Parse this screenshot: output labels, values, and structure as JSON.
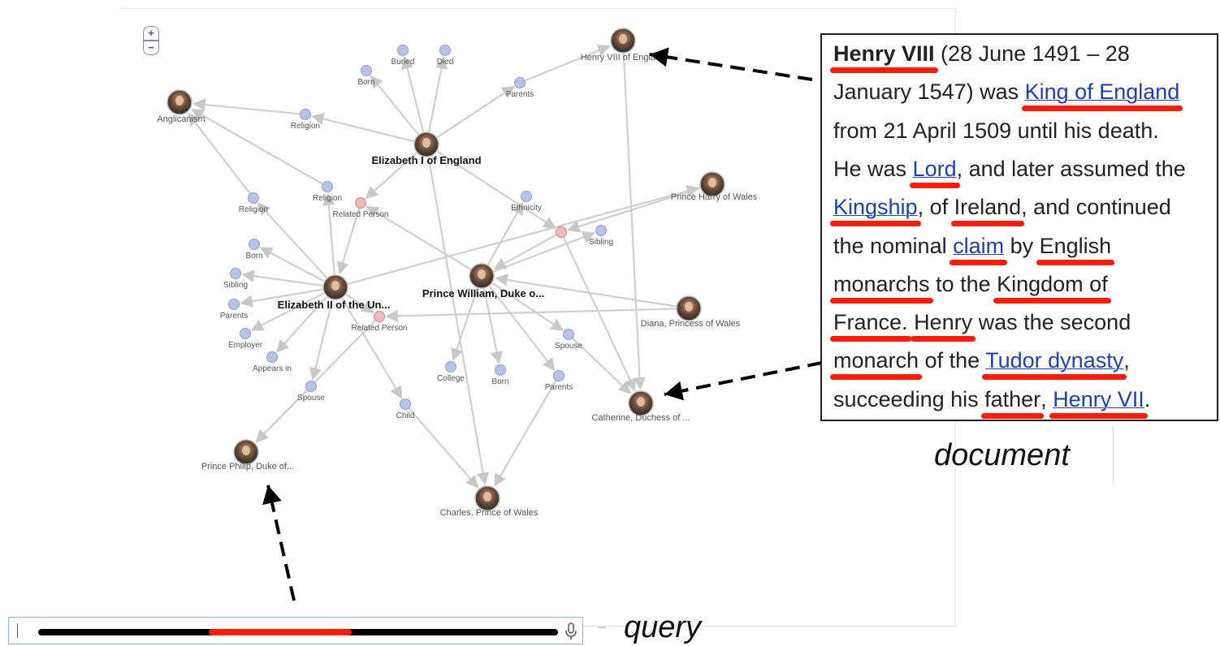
{
  "graph": {
    "zoom_in": "+",
    "zoom_out": "−",
    "entities": [
      {
        "id": "henry",
        "label": "Henry VIII of England",
        "bold": false
      },
      {
        "id": "angli",
        "label": "Anglicanism",
        "bold": false
      },
      {
        "id": "eliz1",
        "label": "Elizabeth I of England",
        "bold": true
      },
      {
        "id": "harry",
        "label": "Prince Harry of Wales",
        "bold": false
      },
      {
        "id": "eliz2",
        "label": "Elizabeth II of the Un...",
        "bold": true
      },
      {
        "id": "william",
        "label": "Prince William, Duke o...",
        "bold": true
      },
      {
        "id": "diana",
        "label": "Diana, Princess of Wales",
        "bold": false
      },
      {
        "id": "cath",
        "label": "Catherine, Duchess of ...",
        "bold": false
      },
      {
        "id": "philip",
        "label": "Prince Philip, Duke of...",
        "bold": false
      },
      {
        "id": "charles",
        "label": "Charles, Prince of Wales",
        "bold": false
      }
    ],
    "relations": [
      {
        "id": "buried",
        "label": "Buried"
      },
      {
        "id": "died",
        "label": "Died"
      },
      {
        "id": "born1",
        "label": "Born"
      },
      {
        "id": "parents1",
        "label": "Parents"
      },
      {
        "id": "religion1",
        "label": "Religion"
      },
      {
        "id": "religion2",
        "label": "Religion"
      },
      {
        "id": "religion3",
        "label": "Religion"
      },
      {
        "id": "ethnicity",
        "label": "Ethnicity"
      },
      {
        "id": "sibling1",
        "label": "Sibling"
      },
      {
        "id": "born2",
        "label": "Born"
      },
      {
        "id": "sibling2",
        "label": "Sibling"
      },
      {
        "id": "parents2",
        "label": "Parents"
      },
      {
        "id": "employer",
        "label": "Employer"
      },
      {
        "id": "appears",
        "label": "Appears in"
      },
      {
        "id": "spouse1",
        "label": "Spouse"
      },
      {
        "id": "child",
        "label": "Child"
      },
      {
        "id": "college",
        "label": "College"
      },
      {
        "id": "born3",
        "label": "Born"
      },
      {
        "id": "spouse2",
        "label": "Spouse"
      },
      {
        "id": "parents3",
        "label": "Parents"
      }
    ],
    "hubs": [
      {
        "id": "rp1",
        "label": "Related Person"
      },
      {
        "id": "rp2",
        "label": "Related Person"
      },
      {
        "id": "hub3",
        "label": ""
      }
    ]
  },
  "document": {
    "caption": "document",
    "lines": [
      [
        {
          "t": "Henry VIII",
          "b": true,
          "ul": true
        },
        {
          "t": " (28 June 1491 – 28"
        }
      ],
      [
        {
          "t": "January 1547) was "
        },
        {
          "t": "King of England",
          "lk": true,
          "ul": true
        }
      ],
      [
        {
          "t": "from 21 April 1509 until his death."
        }
      ],
      [
        {
          "t": "He was "
        },
        {
          "t": "Lord",
          "lk": true,
          "ul": true
        },
        {
          "t": ", and later assumed the"
        }
      ],
      [
        {
          "t": "Kingship",
          "lk": true,
          "ul": true
        },
        {
          "t": ", of "
        },
        {
          "t": "Ireland",
          "ul": true
        },
        {
          "t": ", and continued"
        }
      ],
      [
        {
          "t": "the nominal "
        },
        {
          "t": "claim",
          "lk": true,
          "ul": true
        },
        {
          "t": " by "
        },
        {
          "t": "English",
          "ul": true
        }
      ],
      [
        {
          "t": "monarchs",
          "ul": true
        },
        {
          "t": " to the "
        },
        {
          "t": "Kingdom of",
          "ul": true
        }
      ],
      [
        {
          "t": "France.",
          "ul": true
        },
        {
          "t": " "
        },
        {
          "t": "Henry",
          "ul": true
        },
        {
          "t": " was the second"
        }
      ],
      [
        {
          "t": "monarch",
          "ul": true
        },
        {
          "t": " of the "
        },
        {
          "t": "Tudor dynasty",
          "lk": true,
          "ul": true
        },
        {
          "t": ","
        }
      ],
      [
        {
          "t": "succeeding his "
        },
        {
          "t": "father",
          "ul": true
        },
        {
          "t": ", "
        },
        {
          "t": "Henry VII",
          "lk": true,
          "ul": true
        },
        {
          "t": "."
        }
      ]
    ]
  },
  "query": {
    "caption": "query",
    "cursor": "|"
  },
  "colors": {
    "relation_node": "#b6c2e8",
    "hub_node": "#f0b8b8",
    "edge": "#cfcfcf",
    "highlight": "#f51e0a",
    "link": "#1f3fb0"
  }
}
